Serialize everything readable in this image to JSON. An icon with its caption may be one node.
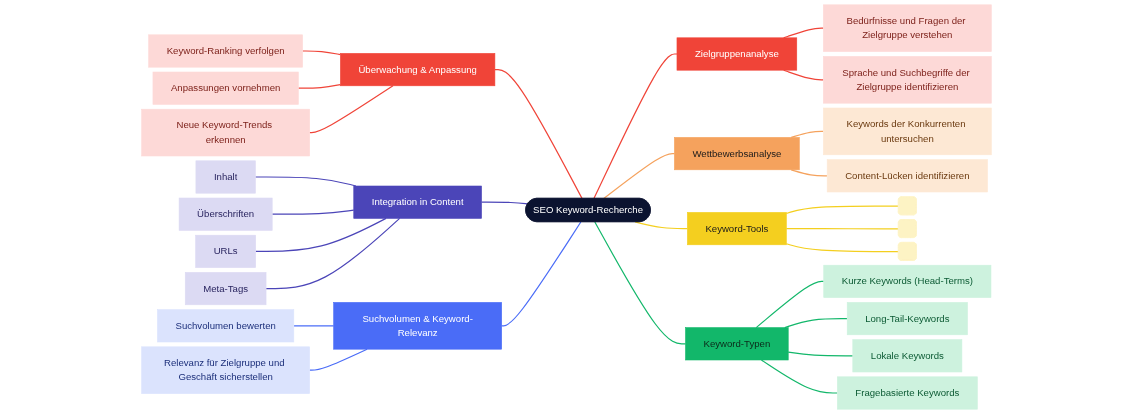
{
  "diagram": {
    "nodes": [
      {
        "text": [
          "SEO Keyword-Recherche"
        ]
      },
      {
        "text": [
          "Zielgruppenanalyse"
        ]
      },
      {
        "text": [
          "Bedürfnisse und Fragen der Zielgruppe verstehen"
        ]
      },
      {
        "text": [
          "Sprache und Suchbegriffe der Zielgruppe identifizieren"
        ]
      },
      {
        "text": [
          "Wettbewerbsanalyse"
        ]
      },
      {
        "text": [
          "Keywords der Konkurrenten untersuchen"
        ]
      },
      {
        "text": [
          "Content-Lücken identifizieren"
        ]
      },
      {
        "text": [
          "Keyword-Tools"
        ]
      },
      {
        "text": [],
        "shape": "box"
      },
      {
        "text": [],
        "shape": "box"
      },
      {
        "text": [],
        "shape": "box"
      },
      {
        "text": [
          "Keyword-Typen"
        ]
      },
      {
        "text": [
          "Kurze Keywords (Head-Terms)"
        ]
      },
      {
        "text": [
          "Long-Tail-Keywords"
        ]
      },
      {
        "text": [
          "Lokale Keywords"
        ]
      },
      {
        "text": [
          "Fragebasierte Keywords"
        ]
      },
      {
        "text": [
          "Überwachung & Anpassung"
        ]
      },
      {
        "text": [
          "Keyword-Ranking verfolgen"
        ]
      },
      {
        "text": [
          "Anpassungen vornehmen"
        ]
      },
      {
        "text": [
          "Neue Keyword-Trends erkennen"
        ]
      },
      {
        "text": [
          "Integration in Content"
        ]
      },
      {
        "text": [
          "Inhalt"
        ]
      },
      {
        "text": [
          "Überschriften"
        ]
      },
      {
        "text": [
          "URLs"
        ]
      },
      {
        "text": [
          "Meta-Tags"
        ]
      },
      {
        "text": [
          "Suchvolumen & Keyword-Relevanz"
        ]
      },
      {
        "text": [
          "Suchvolumen bewerten"
        ]
      },
      {
        "text": [
          "Relevanz für Zielgruppe und Geschäft sicherstellen"
        ]
      }
    ],
    "edges": [
      {
        "from": 0,
        "to": 1,
        "arrow": "none",
        "color": "#f04438"
      },
      {
        "from": 1,
        "to": 2,
        "arrow": "none",
        "color": "#f04438"
      },
      {
        "from": 1,
        "to": 3,
        "arrow": "none",
        "color": "#f04438"
      },
      {
        "from": 0,
        "to": 4,
        "arrow": "none",
        "color": "#f5a25d"
      },
      {
        "from": 4,
        "to": 5,
        "arrow": "none",
        "color": "#f5a25d"
      },
      {
        "from": 4,
        "to": 6,
        "arrow": "none",
        "color": "#f5a25d"
      },
      {
        "from": 0,
        "to": 7,
        "arrow": "none",
        "color": "#f4cf1f"
      },
      {
        "from": 7,
        "to": 8,
        "arrow": "none",
        "color": "#f4cf1f"
      },
      {
        "from": 7,
        "to": 9,
        "arrow": "none",
        "color": "#f4cf1f"
      },
      {
        "from": 7,
        "to": 10,
        "arrow": "none",
        "color": "#f4cf1f"
      },
      {
        "from": 0,
        "to": 11,
        "arrow": "none",
        "color": "#12b76a"
      },
      {
        "from": 11,
        "to": 12,
        "arrow": "none",
        "color": "#12b76a"
      },
      {
        "from": 11,
        "to": 13,
        "arrow": "none",
        "color": "#12b76a"
      },
      {
        "from": 11,
        "to": 14,
        "arrow": "none",
        "color": "#12b76a"
      },
      {
        "from": 11,
        "to": 15,
        "arrow": "none",
        "color": "#12b76a"
      },
      {
        "from": 0,
        "to": 16,
        "arrow": "none",
        "color": "#f04438"
      },
      {
        "from": 16,
        "to": 17,
        "arrow": "none",
        "color": "#f04438"
      },
      {
        "from": 16,
        "to": 18,
        "arrow": "none",
        "color": "#f04438"
      },
      {
        "from": 16,
        "to": 19,
        "arrow": "none",
        "color": "#f04438"
      },
      {
        "from": 0,
        "to": 20,
        "arrow": "none",
        "color": "#4b45b8"
      },
      {
        "from": 20,
        "to": 21,
        "arrow": "none",
        "color": "#4b45b8"
      },
      {
        "from": 20,
        "to": 22,
        "arrow": "none",
        "color": "#4b45b8"
      },
      {
        "from": 20,
        "to": 23,
        "arrow": "none",
        "color": "#4b45b8"
      },
      {
        "from": 20,
        "to": 24,
        "arrow": "none",
        "color": "#4b45b8"
      },
      {
        "from": 0,
        "to": 25,
        "arrow": "none",
        "color": "#4a6cf7"
      },
      {
        "from": 25,
        "to": 26,
        "arrow": "none",
        "color": "#4a6cf7"
      },
      {
        "from": 25,
        "to": 27,
        "arrow": "none",
        "color": "#4a6cf7"
      }
    ]
  }
}
